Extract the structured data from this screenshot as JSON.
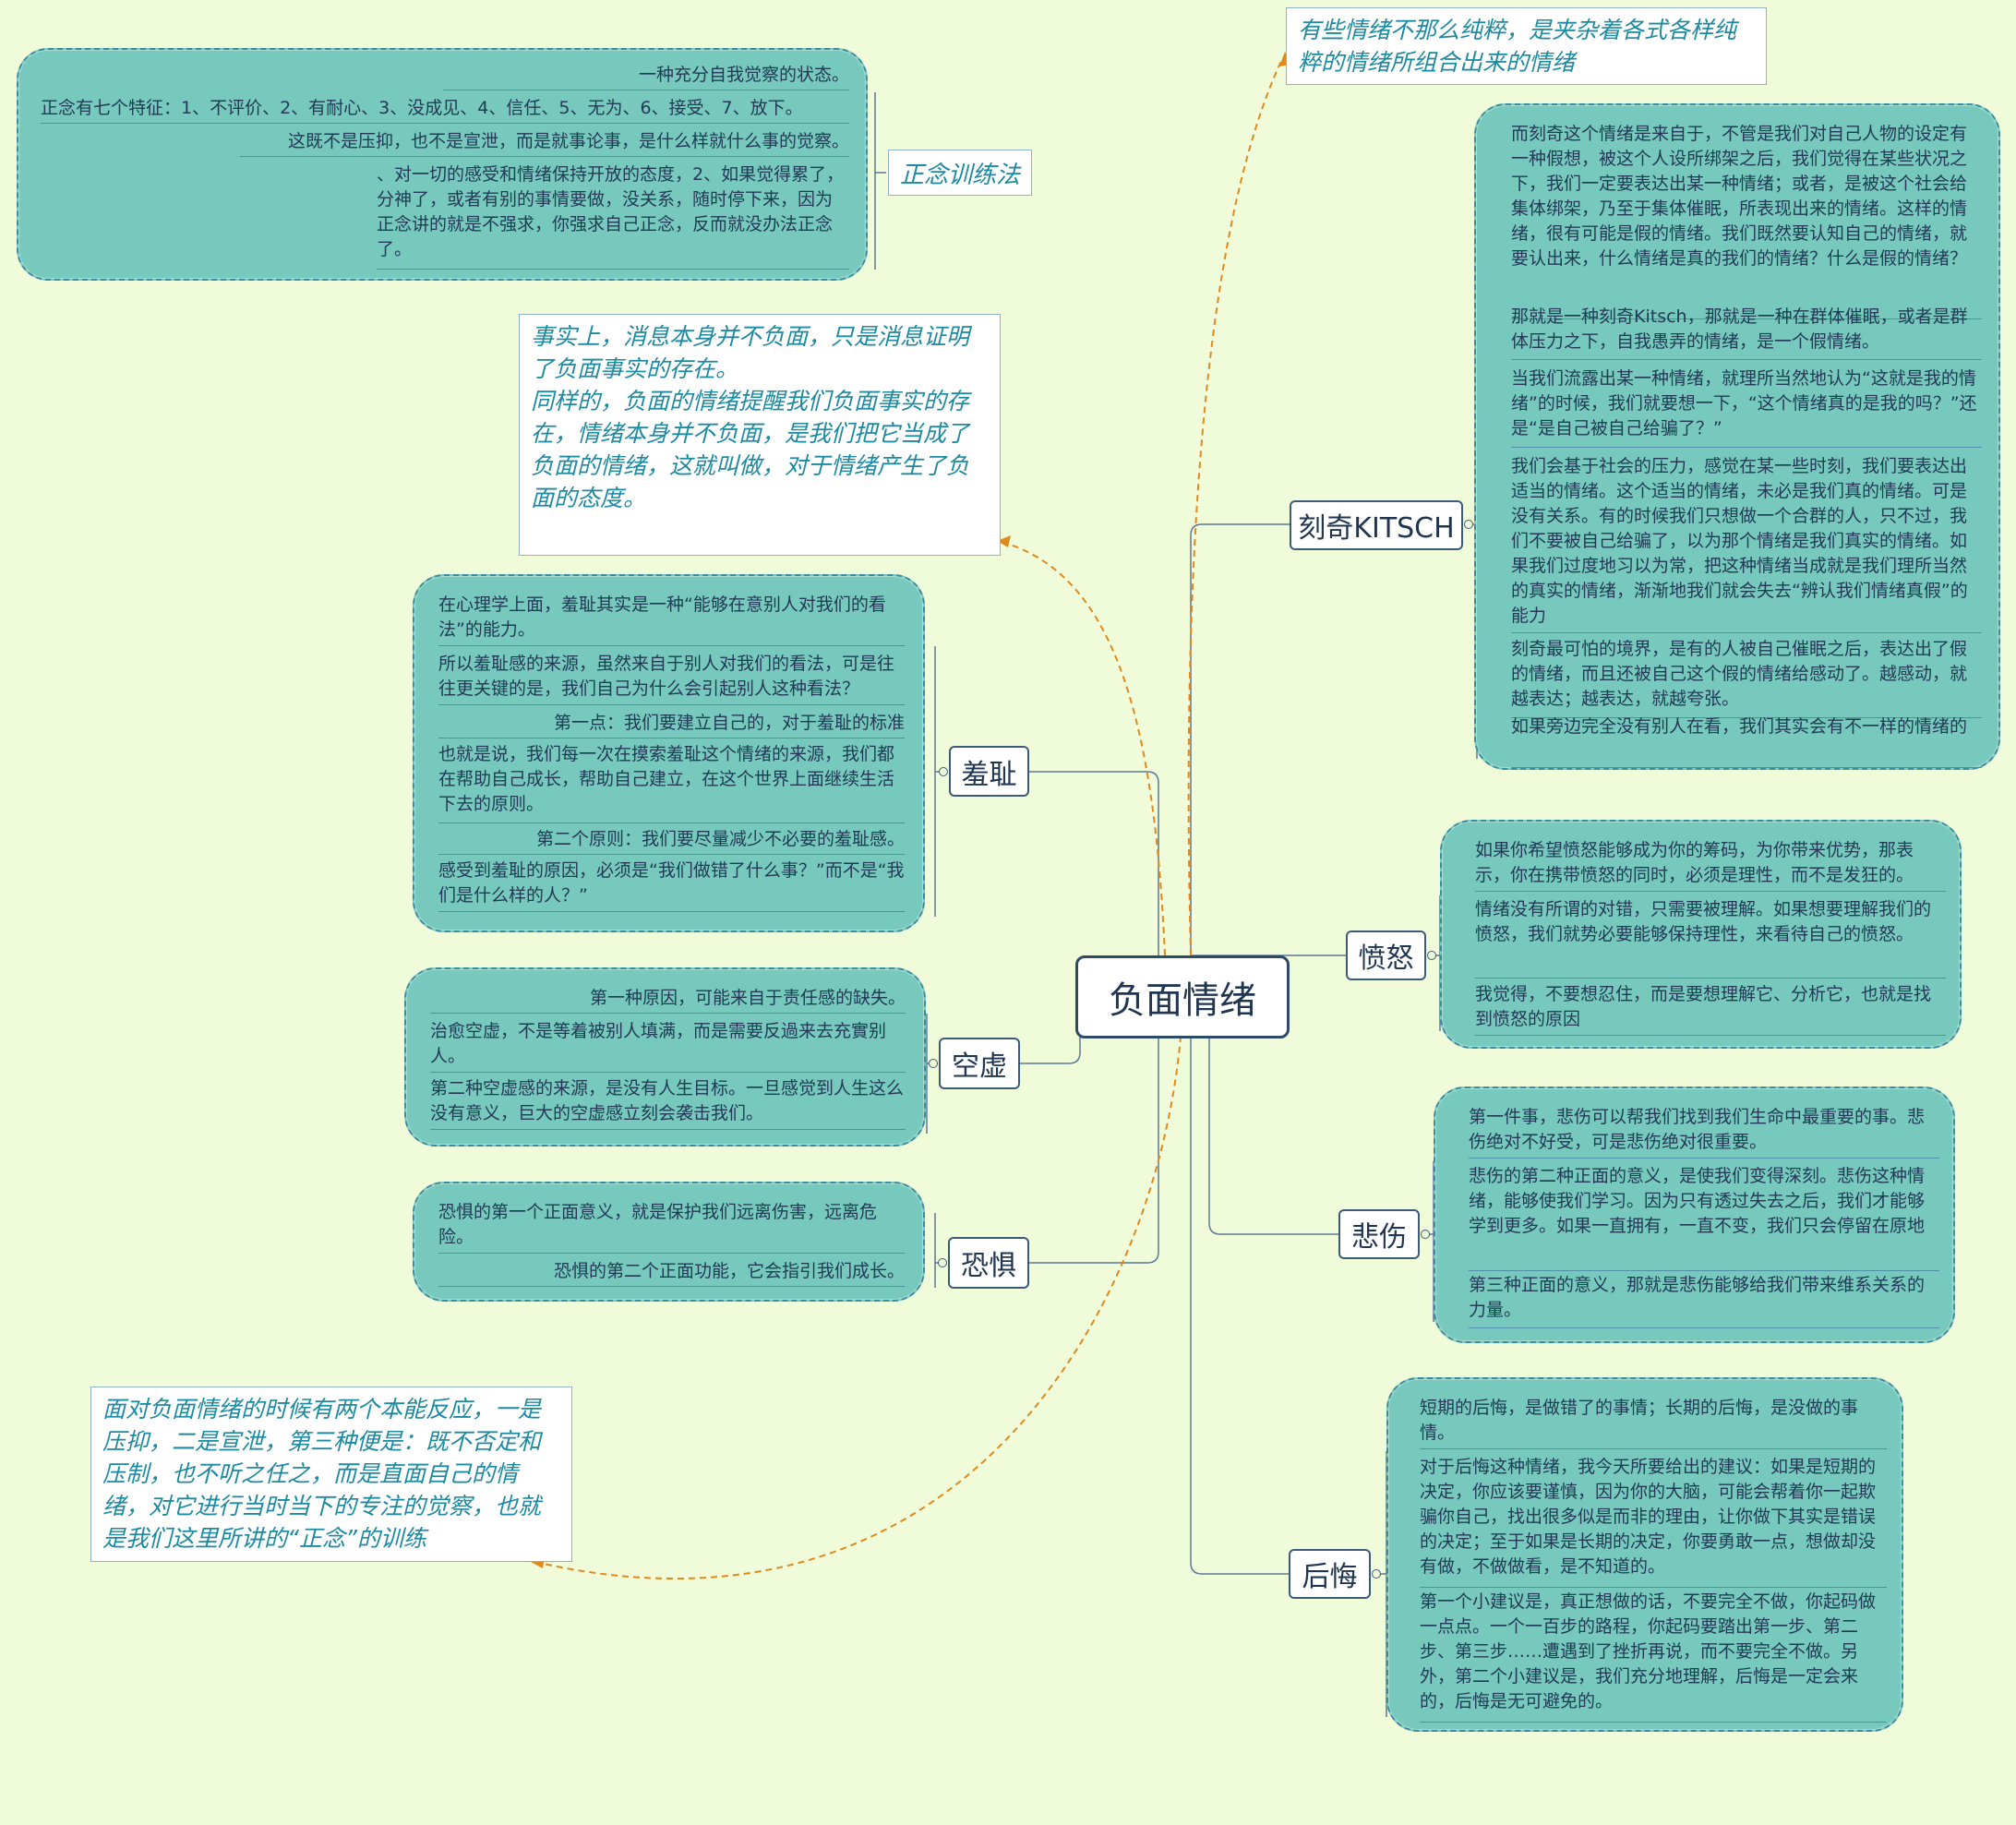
{
  "center": "负面情绪",
  "branches": {
    "kitsch": {
      "label": "刻奇KITSCH",
      "notes": [
        "而刻奇这个情绪是来自于，不管是我们对自己人物的设定有一种假想，被这个人设所绑架之后，我们觉得在某些状况之下，我们一定要表达出某一种情绪；或者，是被这个社会给集体绑架，乃至于集体催眠，所表现出来的情绪。这样的情绪，很有可能是假的情绪。我们既然要认知自己的情绪，就要认出来，什么情绪是真的我们的情绪？什么是假的情绪？",
        "那就是一种刻奇Kitsch，那就是一种在群体催眠，或者是群体压力之下，自我愚弄的情绪，是一个假情绪。",
        "当我们流露出某一种情绪，就理所当然地认为“这就是我的情绪”的时候，我们就要想一下，“这个情绪真的是我的吗？”还是“是自己被自己给骗了？”",
        "我们会基于社会的压力，感觉在某一些时刻，我们要表达出适当的情绪。这个适当的情绪，未必是我们真的情绪。可是没有关系。有的时候我们只想做一个合群的人，只不过，我们不要被自己给骗了，以为那个情绪是我们真实的情绪。如果我们过度地习以为常，把这种情绪当成就是我们理所当然的真实的情绪，渐渐地我们就会失去“辨认我们情绪真假”的能力",
        "刻奇最可怕的境界，是有的人被自己催眠之后，表达出了假的情绪，而且还被自己这个假的情绪给感动了。越感动，就越表达；越表达，就越夸张。",
        "如果旁边完全没有别人在看，我们其实会有不一样的情绪的"
      ]
    },
    "anger": {
      "label": "愤怒",
      "notes": [
        "如果你希望愤怒能够成为你的筹码，为你带来优势，那表示，你在携带愤怒的同时，必须是理性，而不是发狂的。",
        "情绪没有所谓的对错，只需要被理解。如果想要理解我们的愤怒，我们就势必要能够保持理性，来看待自己的愤怒。",
        "我觉得，不要想忍住，而是要想理解它、分析它，也就是找到愤怒的原因"
      ]
    },
    "sadness": {
      "label": "悲伤",
      "notes": [
        "第一件事，悲伤可以帮我们找到我们生命中最重要的事。悲伤绝对不好受，可是悲伤绝对很重要。",
        "悲伤的第二种正面的意义，是使我们变得深刻。悲伤这种情绪，能够使我们学习。因为只有透过失去之后，我们才能够学到更多。如果一直拥有，一直不变，我们只会停留在原地",
        "第三种正面的意义，那就是悲伤能够给我们带来维系关系的力量。"
      ]
    },
    "regret": {
      "label": "后悔",
      "notes": [
        "短期的后悔，是做错了的事情；长期的后悔，是没做的事情。",
        "对于后悔这种情绪，我今天所要给出的建议：如果是短期的决定，你应该要谨慎，因为你的大脑，可能会帮着你一起欺骗你自己，找出很多似是而非的理由，让你做下其实是错误的决定；至于如果是长期的决定，你要勇敢一点，想做却没有做，不做做看，是不知道的。",
        "第一个小建议是，真正想做的话，不要完全不做，你起码做一点点。一个一百步的路程，你起码要踏出第一步、第二步、第三步……遭遇到了挫折再说，而不要完全不做。另外，第二个小建议是，我们充分地理解，后悔是一定会来的，后悔是无可避免的。"
      ]
    },
    "shame": {
      "label": "羞耻",
      "notes": [
        "在心理学上面，羞耻其实是一种“能够在意别人对我们的看法”的能力。",
        "所以羞耻感的来源，虽然来自于别人对我们的看法，可是往往更关键的是，我们自己为什么会引起别人这种看法？",
        "第一点：我们要建立自己的，对于羞耻的标准",
        "也就是说，我们每一次在摸索羞耻这个情绪的来源，我们都在帮助自己成长，帮助自己建立，在这个世界上面继续生活下去的原则。",
        "第二个原则：我们要尽量减少不必要的羞耻感。",
        "感受到羞耻的原因，必须是“我们做错了什么事？”而不是“我们是什么样的人？”"
      ]
    },
    "emptiness": {
      "label": "空虚",
      "notes": [
        "第一种原因，可能来自于责任感的缺失。",
        "治愈空虚，不是等着被别人填满，而是需要反過来去充實别人。",
        "第二种空虚感的来源，是没有人生目标。一旦感觉到人生这么没有意义，巨大的空虚感立刻会袭击我们。"
      ]
    },
    "fear": {
      "label": "恐惧",
      "notes": [
        "恐惧的第一个正面意义，就是保护我们远离伤害，远离危险。",
        "恐惧的第二个正面功能，它会指引我们成长。"
      ]
    }
  },
  "mindfulness": {
    "label": "正念训练法",
    "notes": [
      "一种充分自我觉察的状态。",
      "正念有七个特征：1、不评价、2、有耐心、3、没成见、4、信任、5、无为、6、接受、7、放下。",
      "这既不是压抑，也不是宣泄，而是就事论事，是什么样就什么事的觉察。",
      "、对一切的感受和情绪保持开放的态度，2、如果觉得累了，分神了，或者有别的事情要做，没关系，随时停下来，因为正念讲的就是不强求，你强求自己正念，反而就没办法正念了。"
    ]
  },
  "callouts": {
    "mixed": "有些情绪不那么纯粹，是夹杂着各式各样纯粹的情绪所组合出来的情绪",
    "facts": "事实上，消息本身并不负面，只是消息证明了负面事实的存在。\n同样的，负面的情绪提醒我们负面事实的存在，情绪本身并不负面，是我们把它当成了负面的情绪，这就叫做，对于情绪产生了负面的态度。",
    "response": "面对负面情绪的时候有两个本能反应，一是压抑，二是宣泄，第三种便是：既不否定和压制，也不听之任之，而是直面自己的情绪，对它进行当时当下的专注的觉察，也就是我们这里所讲的“正念”的训练"
  },
  "colors": {
    "background": "#f0fbd9",
    "cloud_fill": "#77c9bd",
    "cloud_border": "#3a8aa0",
    "node_border": "#3d5a78",
    "callout_text": "#1c8aa0",
    "relation_line": "#e08a1e"
  }
}
